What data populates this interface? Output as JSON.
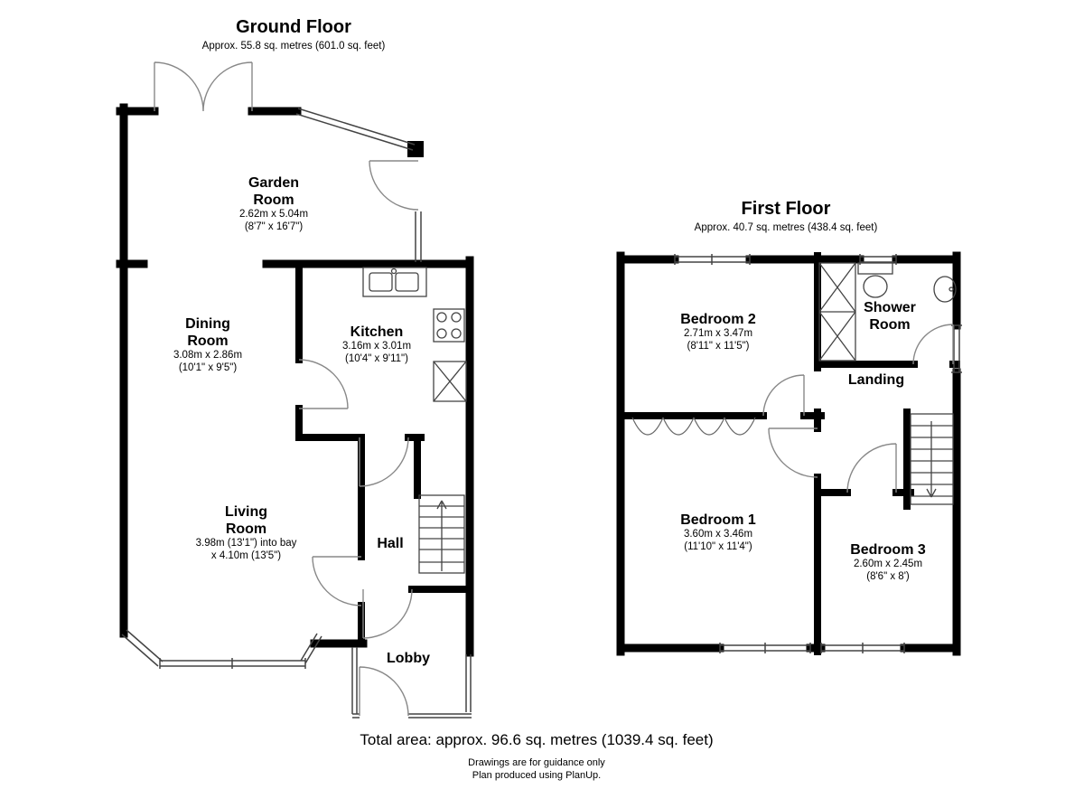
{
  "colors": {
    "wall": "#000000",
    "thin_line": "#444444",
    "door_arc": "#888888",
    "text": "#000000",
    "background": "#ffffff"
  },
  "ground_floor": {
    "title": "Ground Floor",
    "subtitle": "Approx. 55.8 sq. metres (601.0 sq. feet)",
    "rooms": {
      "garden_room": {
        "name": "Garden Room",
        "metric": "2.62m x 5.04m",
        "imperial": "(8'7\" x 16'7\")"
      },
      "dining_room": {
        "name": "Dining Room",
        "metric": "3.08m x 2.86m",
        "imperial": "(10'1\" x 9'5\")"
      },
      "kitchen": {
        "name": "Kitchen",
        "metric": "3.16m x 3.01m",
        "imperial": "(10'4\" x 9'11\")"
      },
      "living_room": {
        "name": "Living Room",
        "metric": "3.98m (13'1\") into bay",
        "imperial": "x 4.10m (13'5\")"
      },
      "hall": {
        "name": "Hall"
      },
      "lobby": {
        "name": "Lobby"
      }
    }
  },
  "first_floor": {
    "title": "First Floor",
    "subtitle": "Approx. 40.7 sq. metres (438.4 sq. feet)",
    "rooms": {
      "bedroom_2": {
        "name": "Bedroom 2",
        "metric": "2.71m x 3.47m",
        "imperial": "(8'11\" x 11'5\")"
      },
      "shower_room": {
        "name": "Shower Room"
      },
      "landing": {
        "name": "Landing"
      },
      "bedroom_1": {
        "name": "Bedroom 1",
        "metric": "3.60m x 3.46m",
        "imperial": "(11'10\" x 11'4\")"
      },
      "bedroom_3": {
        "name": "Bedroom 3",
        "metric": "2.60m x 2.45m",
        "imperial": "(8'6\" x 8')"
      }
    }
  },
  "footer": {
    "total_area": "Total area: approx. 96.6 sq. metres (1039.4 sq. feet)",
    "disclaimer": "Drawings are for guidance only",
    "credit": "Plan produced using PlanUp."
  }
}
